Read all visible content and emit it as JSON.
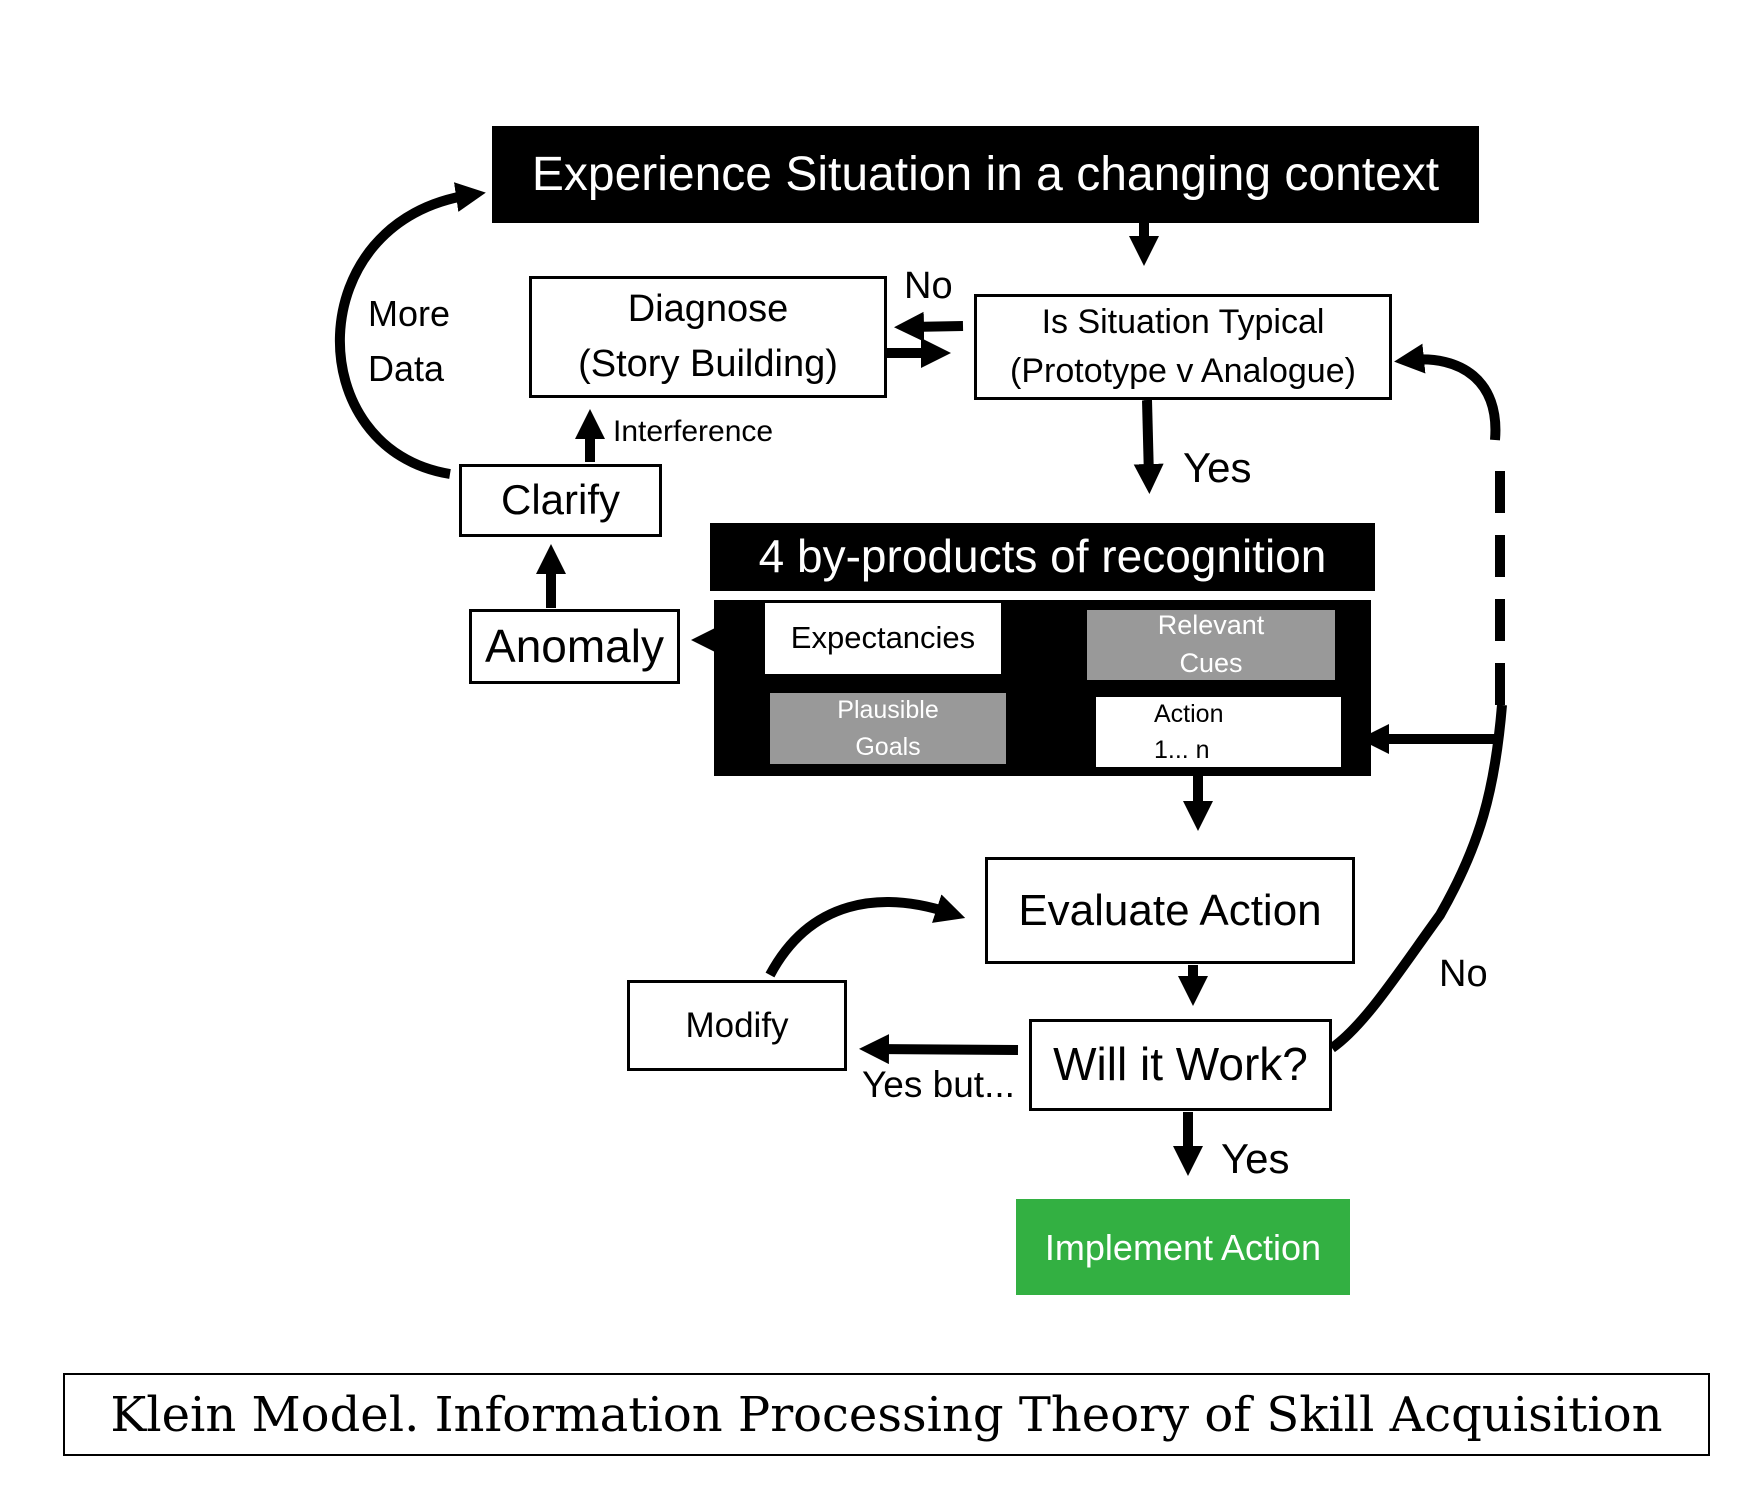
{
  "nodes": {
    "experience": "Experience Situation in a changing context",
    "diagnose": [
      "Diagnose",
      "(Story Building)"
    ],
    "typical": [
      "Is Situation Typical",
      "(Prototype v Analogue)"
    ],
    "clarify": "Clarify",
    "byproducts": "4 by-products of recognition",
    "anomaly": "Anomaly",
    "expectancies": "Expectancies",
    "relevant_cues": [
      "Relevant",
      "Cues"
    ],
    "plausible_goals": [
      "Plausible",
      "Goals"
    ],
    "action": [
      "Action",
      "1... n"
    ],
    "evaluate": "Evaluate Action",
    "modify": "Modify",
    "will_it_work": "Will it Work?",
    "implement": "Implement Action"
  },
  "edge_labels": {
    "more": "More",
    "data": "Data",
    "no_top": "No",
    "interference": "Interference",
    "yes_mid": "Yes",
    "yes_but": "Yes but...",
    "no_right": "No",
    "yes_bottom": "Yes"
  },
  "caption": "Klein Model. Information Processing Theory of Skill Acquisition",
  "colors": {
    "black": "#000000",
    "grey_box": "#999999",
    "implement_green": "#33b042",
    "white": "#ffffff"
  }
}
